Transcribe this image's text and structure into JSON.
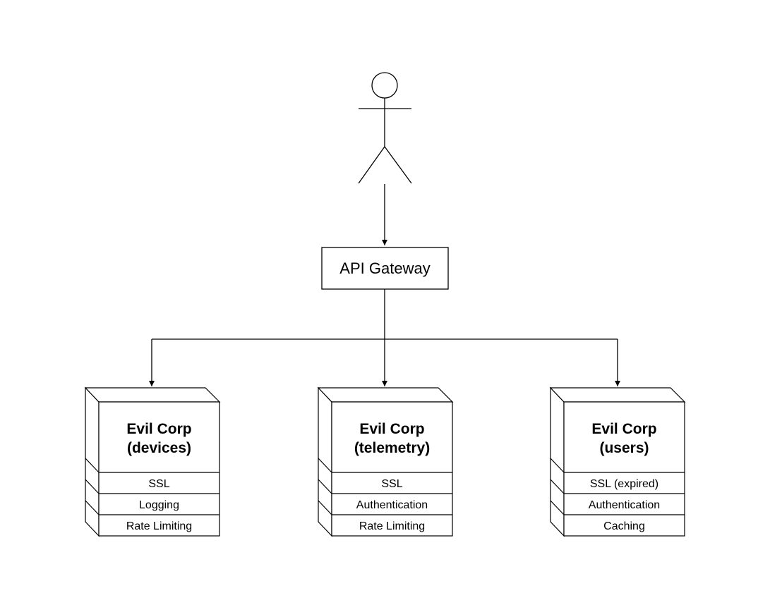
{
  "gateway": {
    "label": "API Gateway"
  },
  "services": [
    {
      "title_line1": "Evil Corp",
      "title_line2": "(devices)",
      "rows": [
        "SSL",
        "Logging",
        "Rate Limiting"
      ]
    },
    {
      "title_line1": "Evil Corp",
      "title_line2": "(telemetry)",
      "rows": [
        "SSL",
        "Authentication",
        "Rate Limiting"
      ]
    },
    {
      "title_line1": "Evil Corp",
      "title_line2": "(users)",
      "rows": [
        "SSL (expired)",
        "Authentication",
        "Caching"
      ]
    }
  ],
  "colors": {
    "stroke": "#000000",
    "background": "#ffffff",
    "text": "#000000"
  }
}
